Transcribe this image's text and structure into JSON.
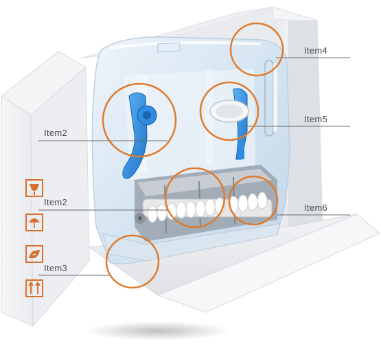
{
  "callouts": [
    {
      "id": "item4",
      "label": "Item4"
    },
    {
      "id": "item2-top",
      "label": "Item2"
    },
    {
      "id": "item5",
      "label": "Item5"
    },
    {
      "id": "item2-bottom",
      "label": "Item2"
    },
    {
      "id": "item6",
      "label": "Item6"
    },
    {
      "id": "item3",
      "label": "Item3"
    }
  ],
  "packaging_icons": [
    {
      "name": "fragile-glass-icon"
    },
    {
      "name": "keep-dry-umbrella-icon"
    },
    {
      "name": "recycle-hands-icon"
    },
    {
      "name": "this-way-up-arrows-icon"
    }
  ],
  "colors": {
    "highlight_circle": "#e07a2a",
    "callout_line": "#6b6b6b",
    "box_white": "#fbfbfb",
    "box_shade": "#e4e6ea",
    "dispenser_clear": "#d7e6f3",
    "lever_blue": "#2a8fe6",
    "roller_white": "#f4f4f4",
    "icon_orange": "#d8702b"
  }
}
